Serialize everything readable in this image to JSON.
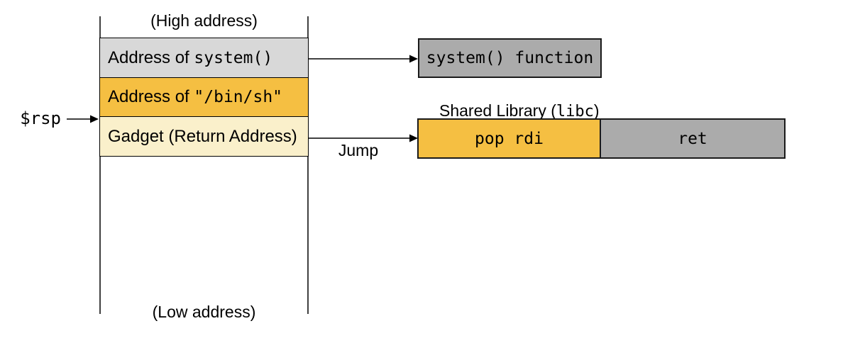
{
  "diagram": {
    "stack": {
      "high_address_label": "(High address)",
      "low_address_label": "(Low address)",
      "cells": [
        {
          "prefix": "Address of ",
          "code": "system()",
          "fill": "#D8D8D8"
        },
        {
          "prefix": "Address of ",
          "code": "\"/bin/sh\"",
          "fill": "#F5BF42"
        },
        {
          "prefix": "Gadget (Return Address)",
          "code": "",
          "fill": "#FAF0CB"
        }
      ]
    },
    "rsp": {
      "label": "$rsp"
    },
    "arrows": {
      "jump_label": "Jump"
    },
    "libc": {
      "function_box": "system() function",
      "box_fill": "#ABABAB",
      "caption": {
        "prefix": "Shared Library (",
        "code": "libc",
        "suffix": ")"
      }
    },
    "gadgets": [
      {
        "label": "pop rdi",
        "fill": "#F5BF42"
      },
      {
        "label": "ret",
        "fill": "#ABABAB"
      }
    ],
    "colors": {
      "accent_orange": "#F5BF42",
      "light_gray": "#D8D8D8",
      "medium_gray": "#ABABAB",
      "cream": "#FAF0CB",
      "line_black": "#000000"
    }
  }
}
